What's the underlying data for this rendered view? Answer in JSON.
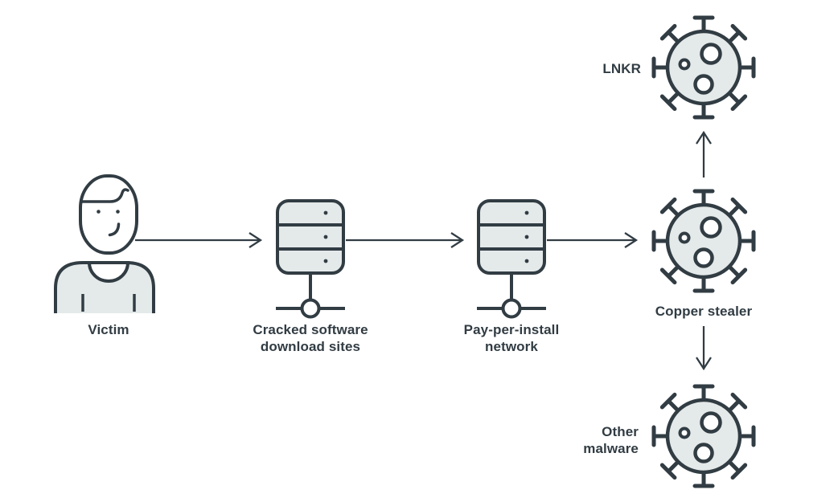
{
  "diagram": {
    "type": "flow",
    "description": "Malware distribution flow",
    "colors": {
      "stroke": "#313c43",
      "node_fill": "#e4e9e9",
      "inner_circle_fill": "#ffffff",
      "background": "#ffffff"
    },
    "nodes": {
      "victim": {
        "label": "Victim",
        "icon": "person"
      },
      "cracked_sites": {
        "label": "Cracked software\ndownload sites",
        "icon": "server"
      },
      "ppi_network": {
        "label": "Pay-per-install\nnetwork",
        "icon": "server"
      },
      "copper_stealer": {
        "label": "Copper stealer",
        "icon": "malware"
      },
      "lnkr": {
        "label": "LNKR",
        "icon": "malware"
      },
      "other_malware": {
        "label": "Other\nmalware",
        "icon": "malware"
      }
    },
    "edges": [
      {
        "from": "victim",
        "to": "cracked_sites",
        "direction": "right"
      },
      {
        "from": "cracked_sites",
        "to": "ppi_network",
        "direction": "right"
      },
      {
        "from": "ppi_network",
        "to": "copper_stealer",
        "direction": "right"
      },
      {
        "from": "copper_stealer",
        "to": "lnkr",
        "direction": "up"
      },
      {
        "from": "copper_stealer",
        "to": "other_malware",
        "direction": "down"
      }
    ]
  }
}
